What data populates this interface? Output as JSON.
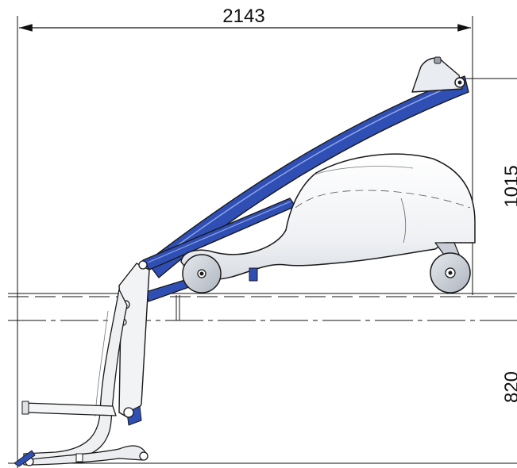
{
  "dimensions": {
    "total_length": "2143",
    "height_upper": "1015",
    "height_lower": "820"
  },
  "colors": {
    "frame_blue": "#2f4fb5",
    "body_white": "#f4f5f7",
    "outline": "#1a1a1a",
    "wheel_grey": "#c9ced6"
  }
}
